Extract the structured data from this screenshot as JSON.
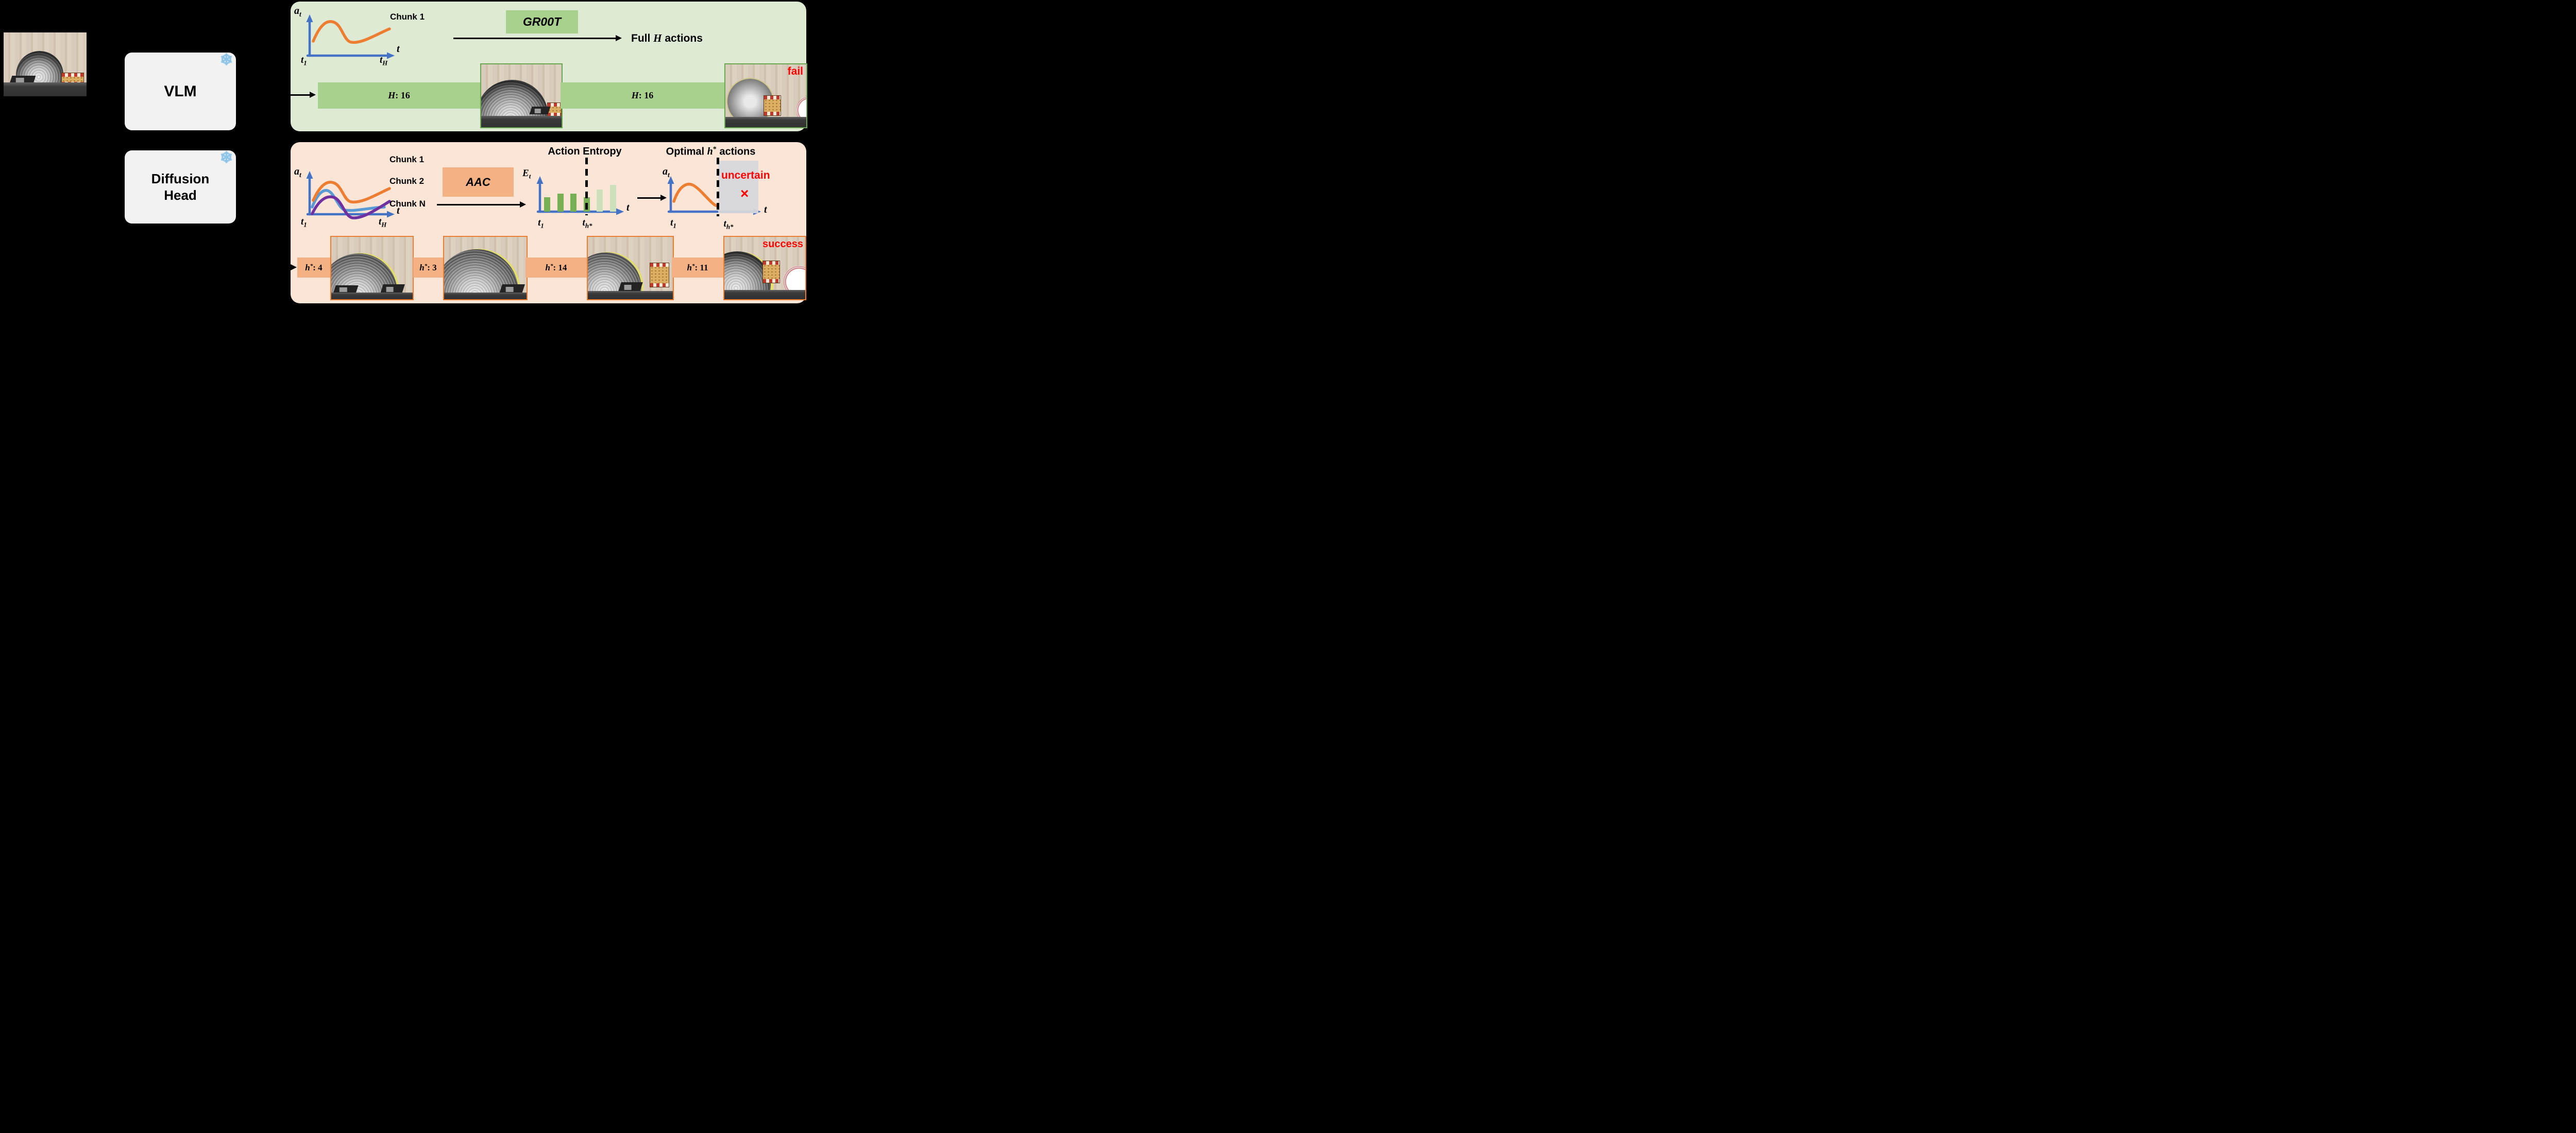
{
  "vlm": {
    "label": "VLM",
    "frozen_icon": "❄"
  },
  "diffusion": {
    "label_line1": "Diffusion",
    "label_line2": "Head",
    "frozen_icon": "❄"
  },
  "top_panel": {
    "chunk_label": "Chunk 1",
    "axis": {
      "y_base": "a",
      "y_sub": "t",
      "x": "t",
      "start_base": "t",
      "start_sub": "1",
      "end_base": "t",
      "end_sub": "H"
    },
    "model_label": "GR00T",
    "full_actions": {
      "pre": "Full ",
      "var": "H",
      "post": " actions"
    },
    "h_bars": [
      {
        "var": "H",
        "value": ": 16"
      },
      {
        "var": "H",
        "value": ": 16"
      }
    ],
    "result_label": "fail"
  },
  "bottom_panel": {
    "chunk_labels": [
      "Chunk 1",
      "Chunk 2",
      "Chunk N"
    ],
    "axis": {
      "y_base": "a",
      "y_sub": "t",
      "x": "t",
      "start_base": "t",
      "start_sub": "1",
      "end_base": "t",
      "end_sub": "H"
    },
    "model_label": "AAC",
    "entropy_chart": {
      "title": "Action Entropy",
      "y_base": "E",
      "y_sub": "t",
      "x": "t",
      "start_base": "t",
      "start_sub": "1",
      "cut_base": "t",
      "cut_sub": "h*",
      "bars": [
        {
          "height": 28,
          "tone": "solid"
        },
        {
          "height": 35,
          "tone": "solid"
        },
        {
          "height": 35,
          "tone": "solid"
        },
        {
          "height": 28,
          "tone": "solid"
        },
        {
          "height": 43,
          "tone": "light"
        },
        {
          "height": 52,
          "tone": "light"
        }
      ]
    },
    "optimal_chart": {
      "title_pre": "Optimal ",
      "title_var": "h",
      "title_sup": "*",
      "title_post": " actions",
      "y_base": "a",
      "y_sub": "t",
      "x": "t",
      "start_base": "t",
      "start_sub": "1",
      "cut_base": "t",
      "cut_sub": "h*",
      "uncertain_label": "uncertain",
      "cross": "×"
    },
    "h_bars": [
      {
        "var": "h",
        "sup": "*",
        "value": ": 4"
      },
      {
        "var": "h",
        "sup": "*",
        "value": ": 3"
      },
      {
        "var": "h",
        "sup": "*",
        "value": ": 14"
      },
      {
        "var": "h",
        "sup": "*",
        "value": ": 11"
      }
    ],
    "result_label": "success"
  },
  "colors": {
    "green_panel": "#dfead4",
    "green_accent": "#a9d18e",
    "green_border": "#6aa84f",
    "orange_panel": "#fbe5d6",
    "orange_accent": "#f4b183",
    "orange_border": "#ed7d31",
    "axis_blue": "#4472c4",
    "curve_orange": "#ed7d31",
    "curve_blue": "#5b9bd5",
    "curve_purple": "#7030a0",
    "bar_green": "#77b055",
    "bar_green_light": "#cde0bc",
    "alert_red": "#ff0000"
  }
}
